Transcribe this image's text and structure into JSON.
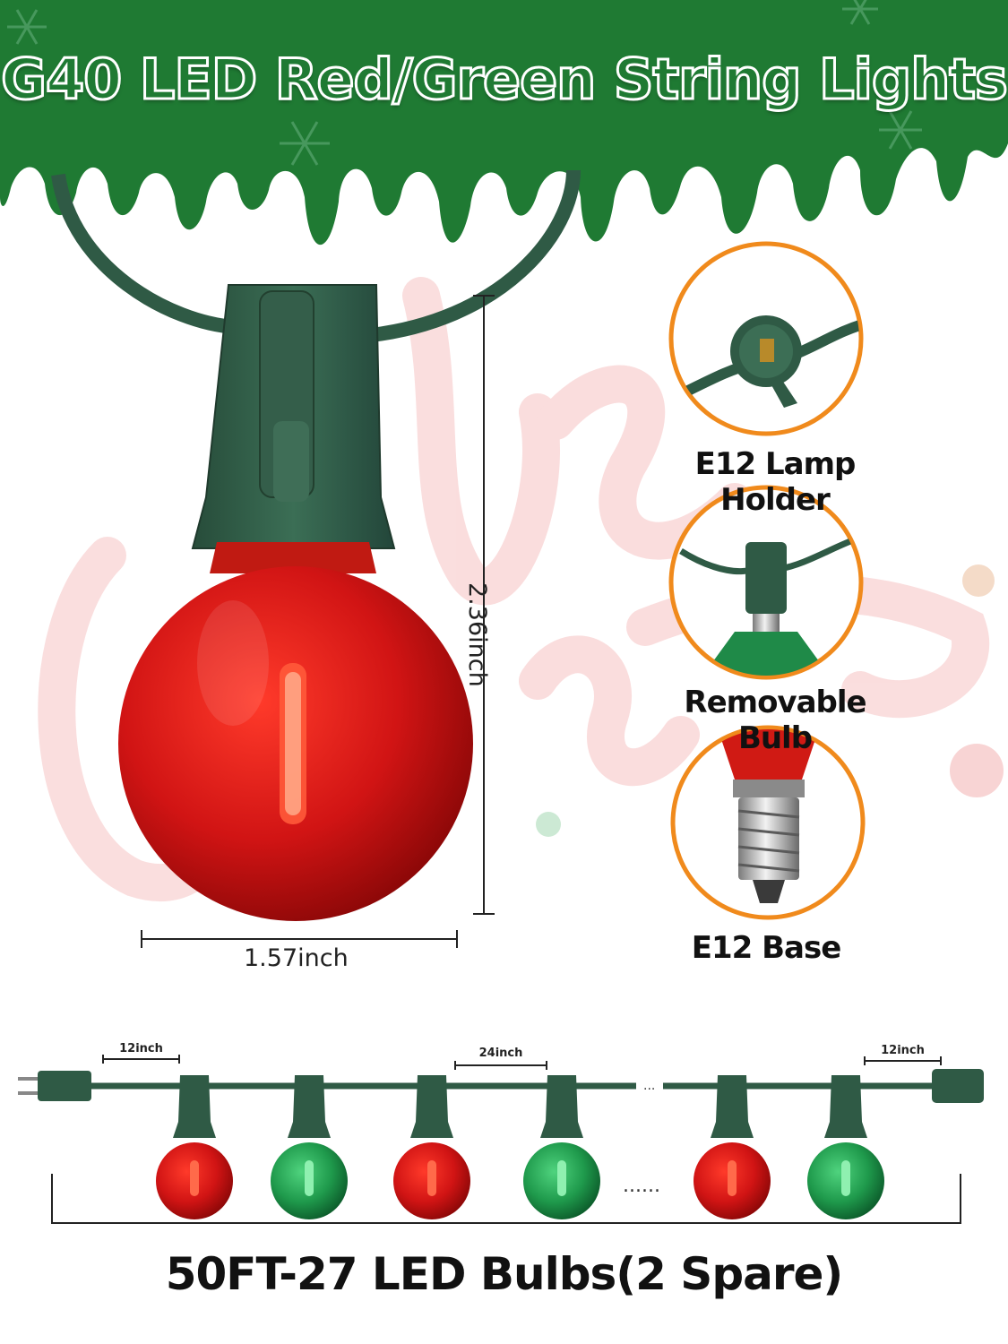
{
  "title": "G40 LED Red/Green String Lights",
  "dimensions": {
    "height_label": "2.36inch",
    "width_label": "1.57inch"
  },
  "features": [
    {
      "label": "E12 Lamp Holder",
      "icon": "lamp-holder-icon"
    },
    {
      "label": "Removable Bulb",
      "icon": "removable-bulb-icon"
    },
    {
      "label": "E12 Base",
      "icon": "e12-base-icon"
    }
  ],
  "string_diagram": {
    "lead_length_label": "12inch",
    "spacing_label": "24inch",
    "tail_length_label": "12inch",
    "bulb_colors": [
      "red",
      "green",
      "red",
      "green",
      "red",
      "green"
    ]
  },
  "caption": "50FT-27 LED Bulbs(2 Spare)",
  "colors": {
    "banner_green": "#1f7a33",
    "wire_green": "#2f5a45",
    "bulb_red": "#d41a1a",
    "bulb_green": "#22a052",
    "circle_orange": "#f08a1c"
  }
}
